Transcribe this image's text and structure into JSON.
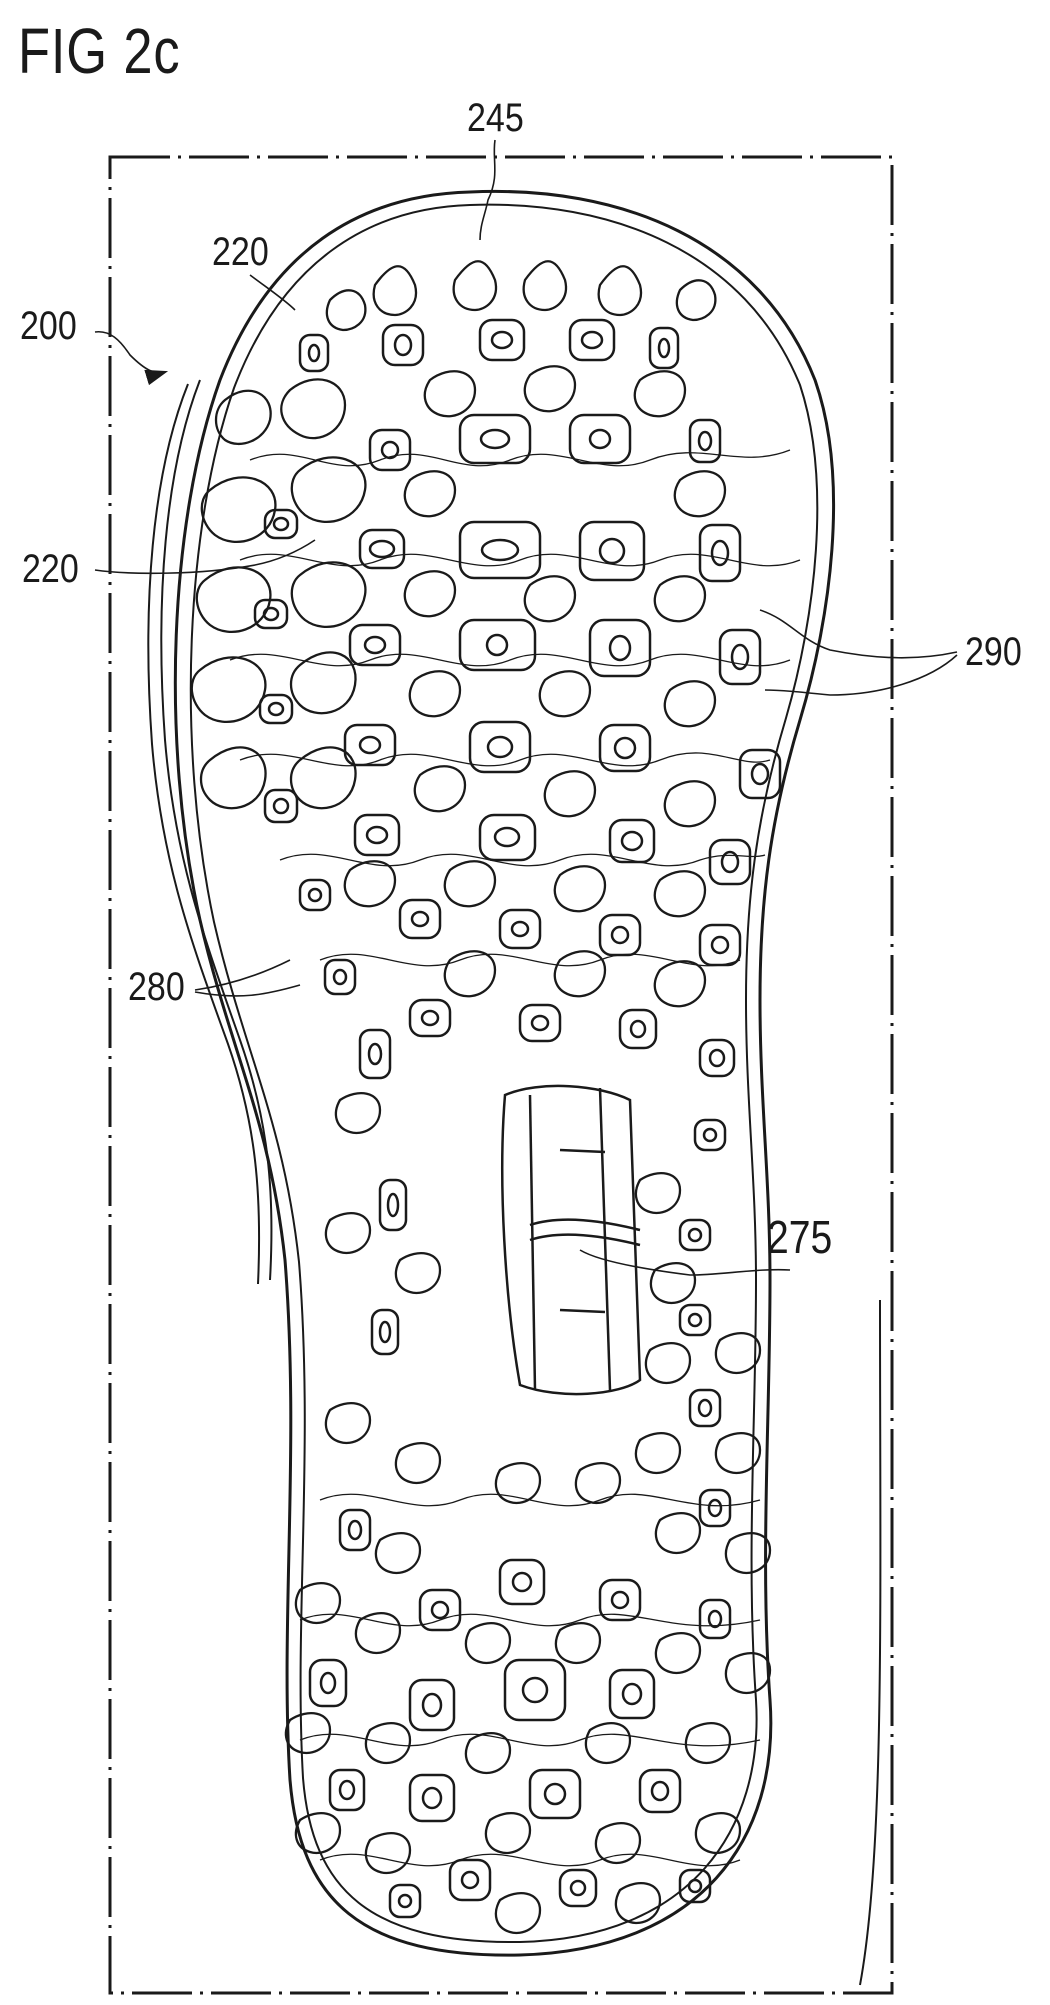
{
  "figure": {
    "title": "FIG 2c",
    "subject": "shoe outsole, bottom view",
    "colors": {
      "ink": "#1a1a1a",
      "background": "#ffffff"
    }
  },
  "reference_numerals": [
    {
      "id": "ref-200",
      "label": "200",
      "target": "outsole-assembly",
      "arrow": "curved-arrowhead"
    },
    {
      "id": "ref-245",
      "label": "245",
      "target": "toe-tip"
    },
    {
      "id": "ref-220-top",
      "label": "220",
      "target": "traction-element"
    },
    {
      "id": "ref-220-side",
      "label": "220",
      "target": "traction-element"
    },
    {
      "id": "ref-290",
      "label": "290",
      "target": "flex-grooves"
    },
    {
      "id": "ref-280",
      "label": "280",
      "target": "lugs"
    },
    {
      "id": "ref-275",
      "label": "275",
      "target": "midfoot-plate"
    }
  ]
}
